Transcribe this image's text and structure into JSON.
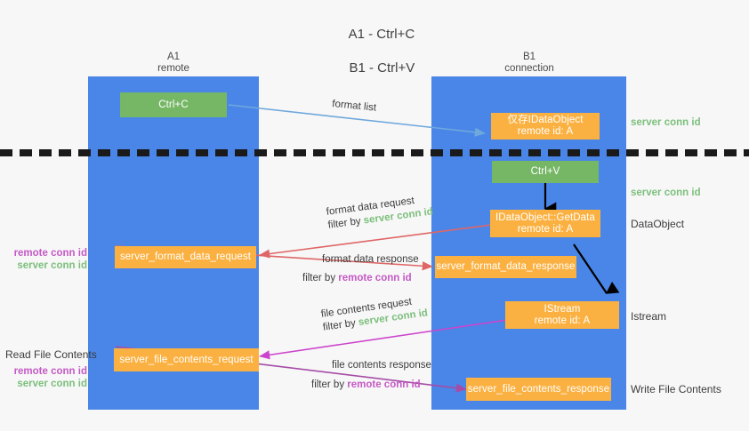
{
  "title": {
    "line1": "A1 - Ctrl+C",
    "line2": "B1 - Ctrl+V"
  },
  "colors": {
    "lane": "#4a86e8",
    "green_box": "#76b766",
    "orange_box": "#fbb141",
    "server_conn_id": "#7cbf7c",
    "remote_conn_id": "#c559c5",
    "arrow_blue": "#6fa8dc",
    "arrow_red": "#e06666",
    "arrow_magenta": "#cc44cc",
    "arrow_purple": "#a64ca6",
    "arrow_black": "#000000",
    "divider": "#1a1a1a",
    "page_bg": "#f7f7f7"
  },
  "columns": [
    {
      "name": "A1",
      "sub": "remote"
    },
    {
      "name": "B1",
      "sub": "connection"
    }
  ],
  "nodes": {
    "ctrl_c": {
      "label": "Ctrl+C",
      "kind": "green"
    },
    "data_object_created": {
      "line1": "仅存IDataObject",
      "line2": "remote id: A",
      "kind": "orange"
    },
    "ctrl_v": {
      "label": "Ctrl+V",
      "kind": "green"
    },
    "get_data": {
      "line1": "IDataObject::GetData",
      "line2": "remote id: A",
      "kind": "orange"
    },
    "istream": {
      "line1": "IStream",
      "line2": "remote id: A",
      "kind": "orange"
    },
    "server_format_data_request": {
      "label": "server_format_data_request",
      "kind": "orange"
    },
    "server_format_data_response": {
      "label": "server_format_data_response",
      "kind": "orange"
    },
    "server_file_contents_request": {
      "label": "server_file_contents_request",
      "kind": "orange"
    },
    "server_file_contents_response": {
      "label": "server_file_contents_response",
      "kind": "orange"
    }
  },
  "edges": [
    {
      "id": "format-list",
      "label": "format list",
      "color": "#6fa8dc"
    },
    {
      "id": "format-data-request",
      "line1": "format data request",
      "line2_prefix": "filter by ",
      "line2_accent": "server conn id",
      "accent_kind": "server",
      "color": "#e06666"
    },
    {
      "id": "format-data-response",
      "line1": "format data response",
      "line2_prefix": "filter by ",
      "line2_accent": "remote conn id",
      "accent_kind": "remote",
      "color": "#e06666"
    },
    {
      "id": "file-contents-request",
      "line1": "file contents request",
      "line2_prefix": "filter by ",
      "line2_accent": "server conn id",
      "accent_kind": "server",
      "color": "#cc44cc"
    },
    {
      "id": "file-contents-response",
      "line1": "file contents response",
      "line2_prefix": "filter by ",
      "line2_accent": "remote conn id",
      "accent_kind": "remote",
      "color": "#a64ca6"
    }
  ],
  "annotations": {
    "right_server_conn_id_1": "server conn id",
    "right_server_conn_id_2": "server conn id",
    "right_data_object": "DataObject",
    "right_istream": "Istream",
    "right_write_file_contents": "Write File Contents",
    "left_read_file_contents": "Read File Contents",
    "left_remote_conn_id_1": "remote conn id",
    "left_server_conn_id_1": "server conn id",
    "left_remote_conn_id_2": "remote conn id",
    "left_server_conn_id_2": "server conn id"
  }
}
